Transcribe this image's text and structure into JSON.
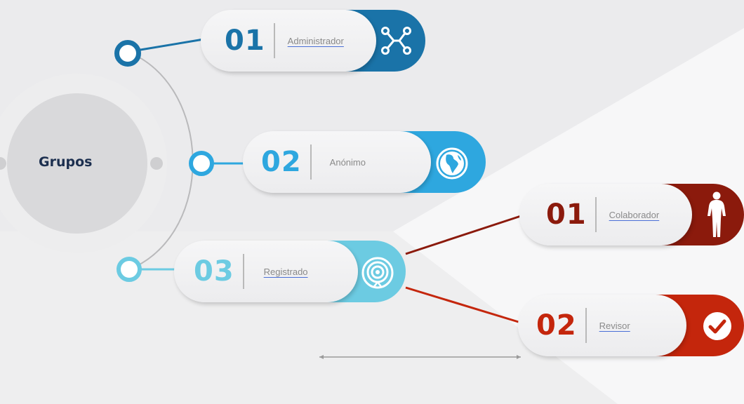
{
  "title": "Grupos",
  "groups": [
    {
      "number": "01",
      "label": "Administrador",
      "icon": "network-icon",
      "color": "#1a73a8"
    },
    {
      "number": "02",
      "label": "Anónimo",
      "icon": "globe-icon",
      "color": "#2ea7df"
    },
    {
      "number": "03",
      "label": "Registrado",
      "icon": "target-icon",
      "color": "#6ccbe2"
    }
  ],
  "subgroups": [
    {
      "number": "01",
      "label": "Colaborador",
      "icon": "person-icon",
      "color": "#8b1a0c"
    },
    {
      "number": "02",
      "label": "Revisor",
      "icon": "checkmark-icon",
      "color": "#c4260c"
    }
  ]
}
